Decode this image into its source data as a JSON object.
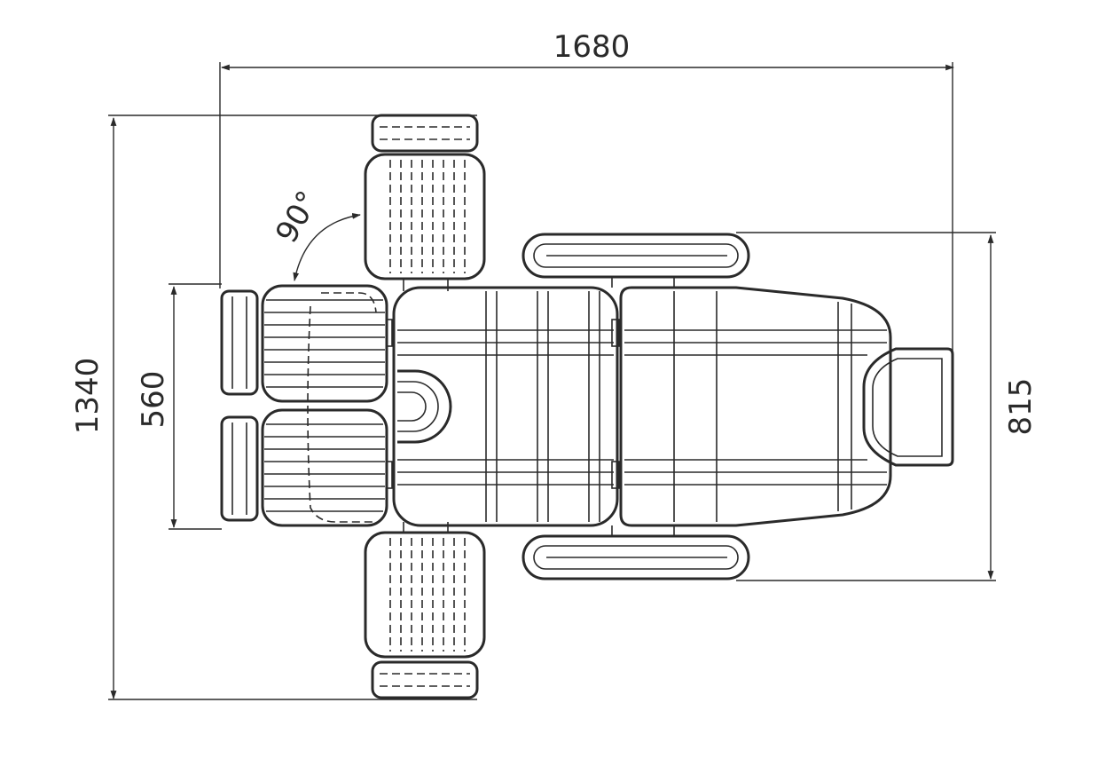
{
  "dimensions": {
    "overall_length": "1680",
    "overall_width": "1340",
    "footrest_width": "560",
    "armrest_span": "815",
    "leg_rotation_angle": "90°"
  },
  "colors": {
    "line": "#2a2a2a",
    "background": "#ffffff"
  }
}
